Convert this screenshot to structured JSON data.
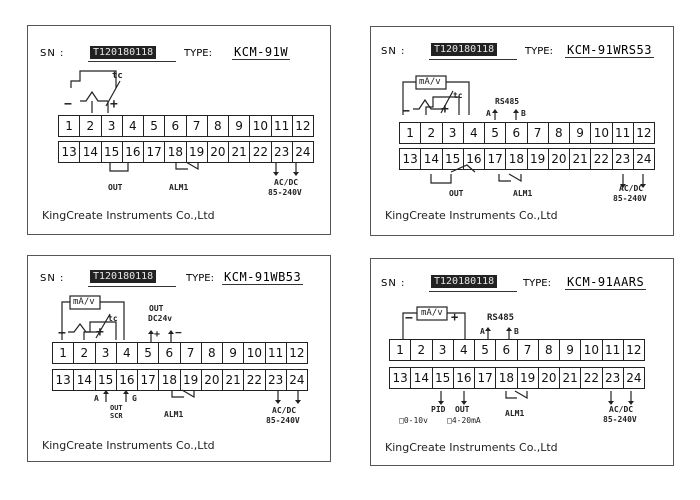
{
  "panels": [
    {
      "sn_label": "SN :",
      "serial": "T120180118",
      "type_label": "TYPE:",
      "model": "KCM-91W",
      "terminals_top": [
        "1",
        "2",
        "3",
        "4",
        "5",
        "6",
        "7",
        "8",
        "9",
        "10",
        "11",
        "12"
      ],
      "terminals_bottom": [
        "13",
        "14",
        "15",
        "16",
        "17",
        "18",
        "19",
        "20",
        "21",
        "22",
        "23",
        "24"
      ],
      "labels": {
        "tc": "tc",
        "minus": "−",
        "plus": "+",
        "out": "OUT",
        "alm1": "ALM1",
        "acdc": "AC/DC",
        "voltage": "85-240V"
      },
      "company": "KingCreate Instruments Co.,Ltd"
    },
    {
      "sn_label": "SN :",
      "serial": "T120180118",
      "type_label": "TYPE:",
      "model": "KCM-91WRS53",
      "terminals_top": [
        "1",
        "2",
        "3",
        "4",
        "5",
        "6",
        "7",
        "8",
        "9",
        "10",
        "11",
        "12"
      ],
      "terminals_bottom": [
        "13",
        "14",
        "15",
        "16",
        "17",
        "18",
        "19",
        "20",
        "21",
        "22",
        "23",
        "24"
      ],
      "labels": {
        "mav": "mA/v",
        "tc": "tc",
        "minus": "−",
        "plus": "+",
        "rs485": "RS485",
        "a": "A",
        "b": "B",
        "out": "OUT",
        "alm1": "ALM1",
        "acdc": "AC/DC",
        "voltage": "85-240V"
      },
      "company": "KingCreate Instruments Co.,Ltd"
    },
    {
      "sn_label": "SN :",
      "serial": "T120180118",
      "type_label": "TYPE:",
      "model": "KCM-91WB53",
      "terminals_top": [
        "1",
        "2",
        "3",
        "4",
        "5",
        "6",
        "7",
        "8",
        "9",
        "10",
        "11",
        "12"
      ],
      "terminals_bottom": [
        "13",
        "14",
        "15",
        "16",
        "17",
        "18",
        "19",
        "20",
        "21",
        "22",
        "23",
        "24"
      ],
      "labels": {
        "mav": "mA/v",
        "tc": "tc",
        "minus": "−",
        "plus": "+",
        "out_dc": "OUT",
        "dc24v": "DC24v",
        "p5": "+",
        "m6": "−",
        "a": "A",
        "g": "G",
        "out_scr": "OUT",
        "scr": "SCR",
        "alm1": "ALM1",
        "acdc": "AC/DC",
        "voltage": "85-240V"
      },
      "company": "KingCreate Instruments Co.,Ltd"
    },
    {
      "sn_label": "SN :",
      "serial": "T120180118",
      "type_label": "TYPE:",
      "model": "KCM-91AARS",
      "terminals_top": [
        "1",
        "2",
        "3",
        "4",
        "5",
        "6",
        "7",
        "8",
        "9",
        "10",
        "11",
        "12"
      ],
      "terminals_bottom": [
        "13",
        "14",
        "15",
        "16",
        "17",
        "18",
        "19",
        "20",
        "21",
        "22",
        "23",
        "24"
      ],
      "labels": {
        "mav": "mA/v",
        "minus": "−",
        "plus": "+",
        "rs485": "RS485",
        "a": "A",
        "b": "B",
        "pid": "PID",
        "out": "OUT",
        "opt1": "□0-10v",
        "opt2": "□4-20mA",
        "alm1": "ALM1",
        "acdc": "AC/DC",
        "voltage": "85-240V"
      },
      "company": "KingCreate Instruments Co.,Ltd"
    }
  ]
}
